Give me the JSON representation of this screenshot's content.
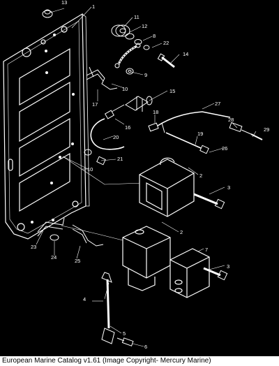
{
  "caption": "European Marine Catalog v1.61 (Image Copyright- Mercury Marine)",
  "callouts": [
    "13",
    "1",
    "11",
    "12",
    "8",
    "22",
    "14",
    "9",
    "10",
    "17",
    "15",
    "18",
    "27",
    "16",
    "28",
    "29",
    "20",
    "19",
    "26",
    "21",
    "10",
    "2",
    "3",
    "2",
    "7",
    "3",
    "23",
    "24",
    "25",
    "4",
    "5",
    "6"
  ],
  "colors": {
    "background": "#000000",
    "linework": "#ffffff",
    "caption_bg": "#ffffff",
    "caption_text": "#000000"
  }
}
